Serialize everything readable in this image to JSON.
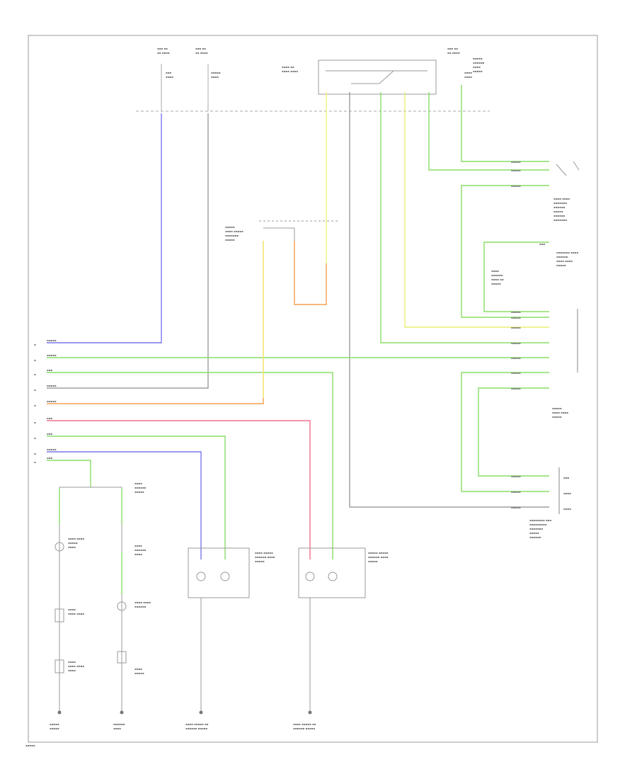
{
  "colors": {
    "blue": "#7777ee",
    "green": "#88dd66",
    "yellow": "#f2f27a",
    "orange": "#f2a050",
    "pink": "#f07090",
    "gray": "#8c8c8c",
    "frame": "#9a9a9a"
  },
  "icons": [
    "ground-symbol",
    "lamp-symbol",
    "switch-symbol",
    "connector-symbol"
  ]
}
